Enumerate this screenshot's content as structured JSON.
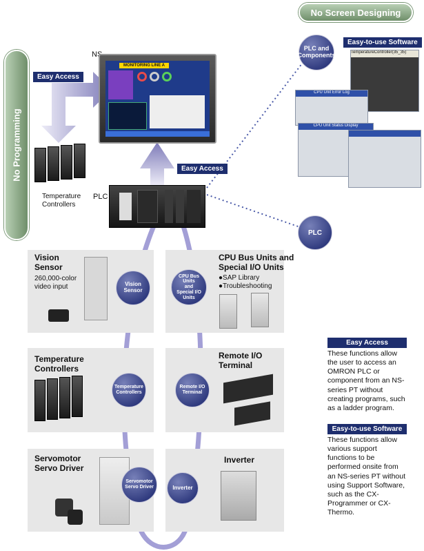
{
  "banner": {
    "top_right": "No Screen Designing",
    "left_vertical": "No Programming"
  },
  "labels": {
    "ns": "NS",
    "plc": "PLC",
    "temp_controllers": "Temperature\nControllers",
    "easy_access_top": "Easy Access",
    "easy_access_mid": "Easy Access",
    "easy_to_use_tag": "Easy-to-use Software"
  },
  "circles": {
    "plc_components": "PLC and\nComponents",
    "plc": "PLC",
    "vision": "Vision\nSensor",
    "cpu_bus": "CPU Bus\nUnits\nand\nSpecial I/O\nUnits",
    "temp": "Temperature\nControllers",
    "remote": "Remote I/O\nTerminal",
    "servo": "Servomotor\nServo Driver",
    "inverter": "Inverter"
  },
  "panels": {
    "vision": {
      "title": "Vision\nSensor",
      "sub": "260,000-color\nvideo input"
    },
    "cpu": {
      "title": "CPU Bus Units and\nSpecial I/O Units",
      "items": [
        "●SAP Library",
        "●Troubleshooting"
      ]
    },
    "temp": {
      "title": "Temperature\nControllers"
    },
    "remote": {
      "title": "Remote I/O\nTerminal"
    },
    "servo": {
      "title": "Servomotor\nServo Driver"
    },
    "inverter": {
      "title": "Inverter"
    }
  },
  "screen": {
    "title": "MONITORING LINE A"
  },
  "screenshots": {
    "s1": "TemperatureController(35_35)",
    "s2": "CPU Unit Error Log",
    "s3": "CPU Unit Status Display"
  },
  "side": {
    "easy_access_title": "Easy Access",
    "easy_access_text": "These functions allow the user to access an OMRON PLC or component from an NS-series PT without creating programs, such as a ladder program.",
    "easy_software_title": "Easy-to-use Software",
    "easy_software_text": "These functions allow various support functions to be performed onsite from an NS-series PT without using Support Software, such as the CX-Programmer or CX-Thermo."
  },
  "colors": {
    "navy": "#1e2e6e",
    "green": "#6f8f6a",
    "loop": "#9c98d0"
  }
}
